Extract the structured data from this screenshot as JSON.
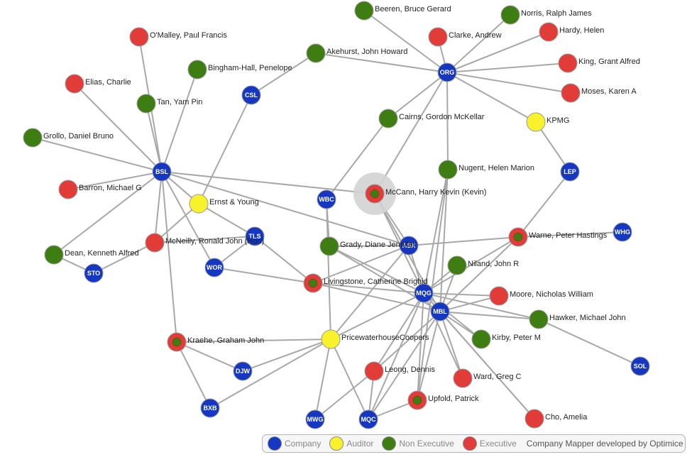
{
  "colors": {
    "company": "#1537c2",
    "auditor": "#f7f22b",
    "nonexec": "#3e7d12",
    "exec": "#e23c39",
    "edge": "#a8a8a8",
    "highlight": "#d3d3d3"
  },
  "legend": {
    "items": [
      {
        "label": "Company",
        "type": "company"
      },
      {
        "label": "Auditor",
        "type": "auditor"
      },
      {
        "label": "Non Executive",
        "type": "nonexec"
      },
      {
        "label": "Executive",
        "type": "exec"
      }
    ],
    "credit": "Company Mapper developed by Optimice"
  },
  "highlighted_node": "mccann",
  "nodes": [
    {
      "id": "bsl",
      "type": "company",
      "code": "BSL"
    },
    {
      "id": "csl",
      "type": "company",
      "code": "CSL"
    },
    {
      "id": "org",
      "type": "company",
      "code": "ORG"
    },
    {
      "id": "lep",
      "type": "company",
      "code": "LEP"
    },
    {
      "id": "wbc",
      "type": "company",
      "code": "WBC"
    },
    {
      "id": "tls",
      "type": "company",
      "code": "TLS"
    },
    {
      "id": "wor",
      "type": "company",
      "code": "WOR"
    },
    {
      "id": "sto",
      "type": "company",
      "code": "STO"
    },
    {
      "id": "asx",
      "type": "company",
      "code": "ASX"
    },
    {
      "id": "whg",
      "type": "company",
      "code": "WHG"
    },
    {
      "id": "mqg",
      "type": "company",
      "code": "MQG"
    },
    {
      "id": "mbl",
      "type": "company",
      "code": "MBL"
    },
    {
      "id": "djw",
      "type": "company",
      "code": "DJW"
    },
    {
      "id": "bxb",
      "type": "company",
      "code": "BXB"
    },
    {
      "id": "sol",
      "type": "company",
      "code": "SOL"
    },
    {
      "id": "mwg",
      "type": "company",
      "code": "MWG"
    },
    {
      "id": "mqc",
      "type": "company",
      "code": "MQC"
    },
    {
      "id": "ey",
      "type": "auditor",
      "label": "Ernst & Young"
    },
    {
      "id": "kpmg",
      "type": "auditor",
      "label": "KPMG"
    },
    {
      "id": "pwc",
      "type": "auditor",
      "label": "PricewaterhouseCoopers"
    },
    {
      "id": "beeren",
      "type": "nonexec",
      "label": "Beeren, Bruce Gerard"
    },
    {
      "id": "norris",
      "type": "nonexec",
      "label": "Norris, Ralph James"
    },
    {
      "id": "akehurst",
      "type": "nonexec",
      "label": "Akehurst, John Howard"
    },
    {
      "id": "bingham",
      "type": "nonexec",
      "label": "Bingham-Hall, Penelope"
    },
    {
      "id": "tan",
      "type": "nonexec",
      "label": "Tan, Yam Pin"
    },
    {
      "id": "grollo",
      "type": "nonexec",
      "label": "Grollo, Daniel Bruno"
    },
    {
      "id": "cairns",
      "type": "nonexec",
      "label": "Cairns, Gordon McKellar"
    },
    {
      "id": "nugent",
      "type": "nonexec",
      "label": "Nugent, Helen Marion"
    },
    {
      "id": "dean",
      "type": "nonexec",
      "label": "Dean, Kenneth Alfred"
    },
    {
      "id": "grady",
      "type": "nonexec",
      "label": "Grady, Diane Jennifer"
    },
    {
      "id": "niland",
      "type": "nonexec",
      "label": "Niland, John R"
    },
    {
      "id": "hawker",
      "type": "nonexec",
      "label": "Hawker, Michael John"
    },
    {
      "id": "kirby",
      "type": "nonexec",
      "label": "Kirby, Peter M"
    },
    {
      "id": "omalley",
      "type": "exec",
      "label": "O'Malley, Paul Francis"
    },
    {
      "id": "elias",
      "type": "exec",
      "label": "Elias, Charlie"
    },
    {
      "id": "barron",
      "type": "exec",
      "label": "Barron, Michael G"
    },
    {
      "id": "clarke",
      "type": "exec",
      "label": "Clarke, Andrew"
    },
    {
      "id": "hardy",
      "type": "exec",
      "label": "Hardy, Helen"
    },
    {
      "id": "king",
      "type": "exec",
      "label": "King, Grant Alfred"
    },
    {
      "id": "moses",
      "type": "exec",
      "label": "Moses, Karen A"
    },
    {
      "id": "mcneilly",
      "type": "exec",
      "label": "McNeilly, Ronald John (Ron)"
    },
    {
      "id": "moore",
      "type": "exec",
      "label": "Moore, Nicholas William"
    },
    {
      "id": "leong",
      "type": "exec",
      "label": "Leong, Dennis"
    },
    {
      "id": "ward",
      "type": "exec",
      "label": "Ward, Greg C"
    },
    {
      "id": "cho",
      "type": "exec",
      "label": "Cho, Amelia"
    },
    {
      "id": "mccann",
      "type": "exec",
      "inner": "nonexec",
      "label": "McCann, Harry Kevin (Kevin)"
    },
    {
      "id": "warne",
      "type": "exec",
      "inner": "nonexec",
      "label": "Warne, Peter Hastings"
    },
    {
      "id": "livingstone",
      "type": "exec",
      "inner": "nonexec",
      "label": "Livingstone, Catherine Brighid"
    },
    {
      "id": "kraehe",
      "type": "exec",
      "inner": "nonexec",
      "label": "Kraehe, Graham John"
    },
    {
      "id": "upfold",
      "type": "exec",
      "inner": "nonexec",
      "label": "Upfold, Patrick"
    }
  ],
  "edges": [
    [
      "omalley",
      "bsl"
    ],
    [
      "elias",
      "bsl"
    ],
    [
      "tan",
      "bsl"
    ],
    [
      "bingham",
      "bsl"
    ],
    [
      "grollo",
      "bsl"
    ],
    [
      "barron",
      "bsl"
    ],
    [
      "bsl",
      "ey"
    ],
    [
      "bsl",
      "mccann"
    ],
    [
      "bsl",
      "dean"
    ],
    [
      "bsl",
      "wor"
    ],
    [
      "bsl",
      "kraehe"
    ],
    [
      "bsl",
      "asx"
    ],
    [
      "bsl",
      "mcneilly"
    ],
    [
      "csl",
      "ey"
    ],
    [
      "csl",
      "akehurst"
    ],
    [
      "akehurst",
      "org"
    ],
    [
      "beeren",
      "org"
    ],
    [
      "norris",
      "org"
    ],
    [
      "clarke",
      "org"
    ],
    [
      "hardy",
      "org"
    ],
    [
      "king",
      "org"
    ],
    [
      "moses",
      "org"
    ],
    [
      "kpmg",
      "org"
    ],
    [
      "cairns",
      "org"
    ],
    [
      "mccann",
      "org"
    ],
    [
      "nugent",
      "org"
    ],
    [
      "kpmg",
      "lep"
    ],
    [
      "lep",
      "warne"
    ],
    [
      "ey",
      "tls"
    ],
    [
      "ey",
      "mcneilly"
    ],
    [
      "tls",
      "wor"
    ],
    [
      "tls",
      "livingstone"
    ],
    [
      "mcneilly",
      "tls"
    ],
    [
      "dean",
      "sto"
    ],
    [
      "mcneilly",
      "sto"
    ],
    [
      "wor",
      "livingstone"
    ],
    [
      "cairns",
      "wbc"
    ],
    [
      "wbc",
      "grady"
    ],
    [
      "wbc",
      "pwc"
    ],
    [
      "mccann",
      "asx"
    ],
    [
      "mccann",
      "mqg"
    ],
    [
      "mccann",
      "mbl"
    ],
    [
      "grady",
      "asx"
    ],
    [
      "grady",
      "mqg"
    ],
    [
      "grady",
      "mbl"
    ],
    [
      "livingstone",
      "asx"
    ],
    [
      "livingstone",
      "mqg"
    ],
    [
      "livingstone",
      "mbl"
    ],
    [
      "warne",
      "asx"
    ],
    [
      "warne",
      "whg"
    ],
    [
      "warne",
      "mqg"
    ],
    [
      "warne",
      "mbl"
    ],
    [
      "nugent",
      "mqg"
    ],
    [
      "nugent",
      "mbl"
    ],
    [
      "nugent",
      "upfold"
    ],
    [
      "niland",
      "mqg"
    ],
    [
      "niland",
      "mbl"
    ],
    [
      "moore",
      "mqg"
    ],
    [
      "moore",
      "mbl"
    ],
    [
      "hawker",
      "mqg"
    ],
    [
      "hawker",
      "mbl"
    ],
    [
      "hawker",
      "sol"
    ],
    [
      "kirby",
      "mqg"
    ],
    [
      "kirby",
      "mbl"
    ],
    [
      "leong",
      "mqg"
    ],
    [
      "leong",
      "mbl"
    ],
    [
      "ward",
      "mqg"
    ],
    [
      "ward",
      "mbl"
    ],
    [
      "cho",
      "mbl"
    ],
    [
      "cho",
      "mqg"
    ],
    [
      "upfold",
      "mqg"
    ],
    [
      "upfold",
      "mbl"
    ],
    [
      "pwc",
      "asx"
    ],
    [
      "pwc",
      "mqg"
    ],
    [
      "pwc",
      "djw"
    ],
    [
      "pwc",
      "bxb"
    ],
    [
      "pwc",
      "mwg"
    ],
    [
      "pwc",
      "mqc"
    ],
    [
      "pwc",
      "kraehe"
    ],
    [
      "kraehe",
      "djw"
    ],
    [
      "kraehe",
      "bxb"
    ],
    [
      "leong",
      "mwg"
    ],
    [
      "leong",
      "mqc"
    ],
    [
      "upfold",
      "mqc"
    ],
    [
      "mqc",
      "mbl"
    ],
    [
      "mqc",
      "mqg"
    ],
    [
      "asx",
      "mqg"
    ],
    [
      "mqg",
      "mbl"
    ]
  ]
}
